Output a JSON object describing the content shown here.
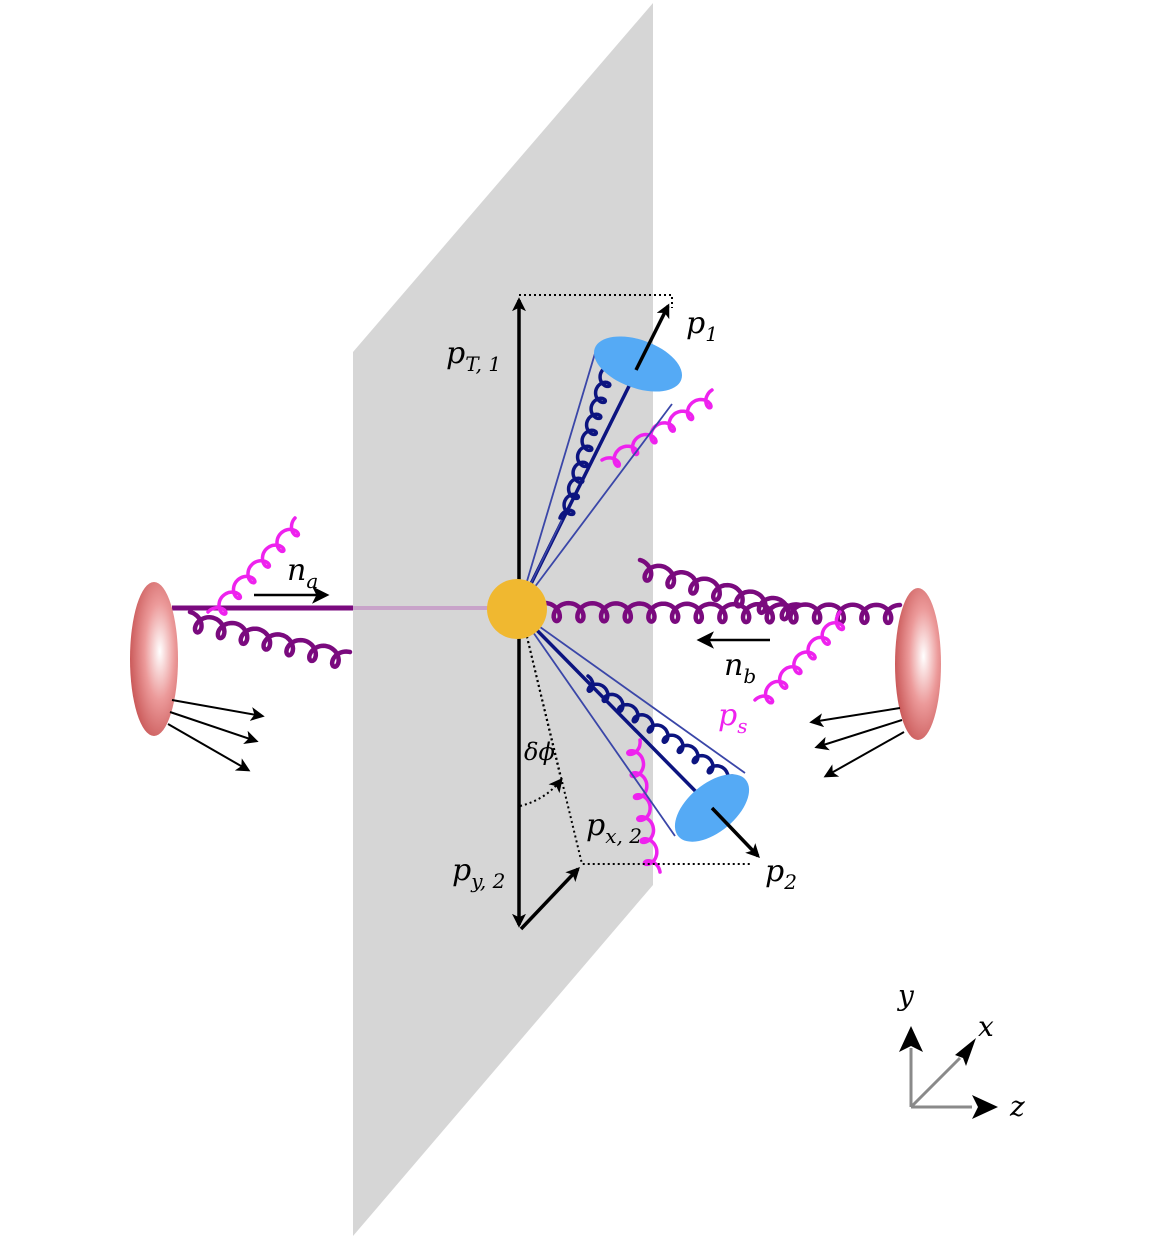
{
  "colors": {
    "plane": "#d6d6d6",
    "beam": "#7a0a7e",
    "beam_faint": "#c8a3c9",
    "jet_gluon": "#0c1480",
    "soft_gluon": "#ee22ee",
    "jet_disk": "#55aaf5",
    "vertex": "#f0b830",
    "proton": "#d86060",
    "axis_gray": "#8a8a8a",
    "black": "#000000"
  },
  "labels": {
    "p1": "p",
    "p1_sub": "1",
    "pT1": "p",
    "pT1_sub": "T, 1",
    "p2": "p",
    "p2_sub": "2",
    "py2": "p",
    "py2_sub": "y, 2",
    "px2": "p",
    "px2_sub": "x, 2",
    "na": "n",
    "na_sub": "a",
    "nb": "n",
    "nb_sub": "b",
    "ps": "p",
    "ps_sub": "s",
    "dphi": "δϕ"
  },
  "axes": {
    "y": "y",
    "x": "x",
    "z": "z"
  }
}
